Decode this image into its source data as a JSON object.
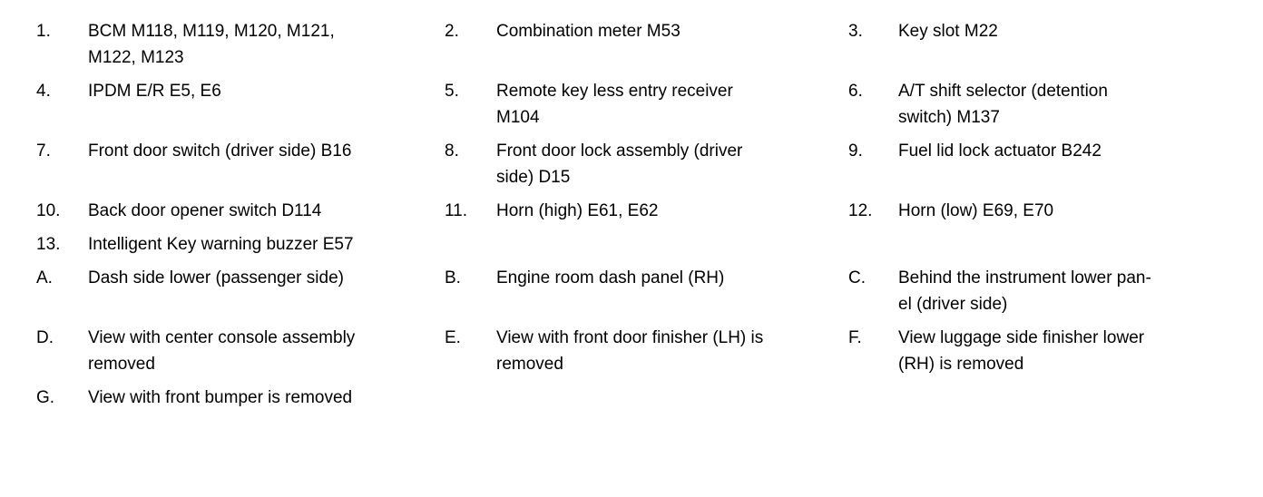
{
  "page": {
    "background_color": "#ffffff",
    "text_color": "#000000"
  },
  "legend": {
    "rows": [
      [
        {
          "label": "1.",
          "text": "BCM M118, M119, M120, M121,\nM122, M123"
        },
        {
          "label": "2.",
          "text": "Combination meter M53"
        },
        {
          "label": "3.",
          "text": "Key slot M22"
        }
      ],
      [
        {
          "label": "4.",
          "text": "IPDM E/R E5, E6"
        },
        {
          "label": "5.",
          "text": "Remote key less entry receiver\nM104"
        },
        {
          "label": "6.",
          "text": "A/T shift selector (detention\nswitch) M137"
        }
      ],
      [
        {
          "label": "7.",
          "text": "Front door switch (driver side) B16"
        },
        {
          "label": "8.",
          "text": "Front door lock assembly (driver\nside) D15"
        },
        {
          "label": "9.",
          "text": "Fuel lid lock actuator B242"
        }
      ],
      [
        {
          "label": "10.",
          "text": "Back door opener switch D114"
        },
        {
          "label": "11.",
          "text": "Horn (high) E61, E62"
        },
        {
          "label": "12.",
          "text": "Horn (low) E69, E70"
        }
      ],
      [
        {
          "label": "13.",
          "text": "Intelligent Key warning buzzer E57"
        }
      ],
      [
        {
          "label": "A.",
          "text": "Dash side lower (passenger side)"
        },
        {
          "label": "B.",
          "text": "Engine room dash panel (RH)"
        },
        {
          "label": "C.",
          "text": "Behind the instrument lower pan-\nel (driver side)"
        }
      ],
      [
        {
          "label": "D.",
          "text": "View with center console assembly\nremoved"
        },
        {
          "label": "E.",
          "text": "View with front door finisher (LH) is\nremoved"
        },
        {
          "label": "F.",
          "text": "View luggage side finisher lower\n(RH) is removed"
        }
      ],
      [
        {
          "label": "G.",
          "text": "View with front bumper is removed"
        }
      ]
    ]
  }
}
